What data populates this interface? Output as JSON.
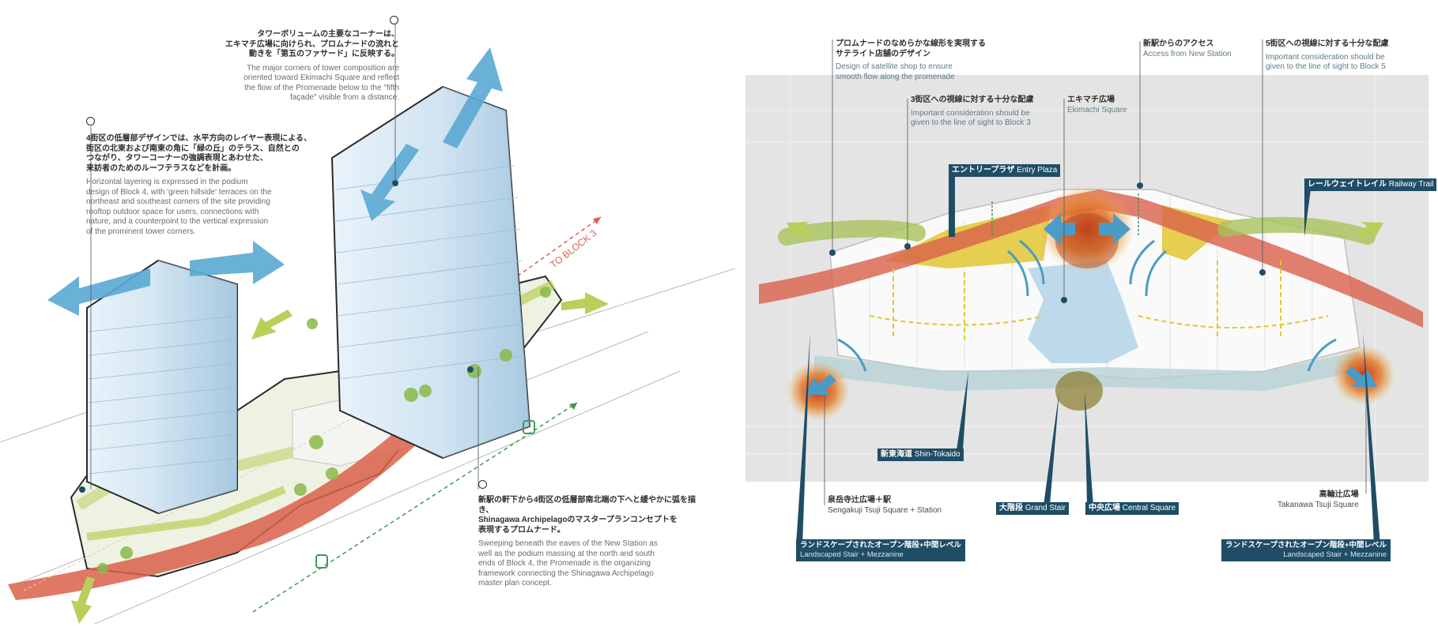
{
  "left_diagram": {
    "block3_label": "TO BLOCK 3",
    "notes": [
      {
        "jp": "タワーボリュームの主要なコーナーは、\nエキマチ広場に向けられ、プロムナードの流れと\n動きを「第五のファサード」に反映する。",
        "en": "The major corners of tower composition are\noriented toward Ekimachi Square and reflect\nthe flow of the Promenade below to the \"fifth\nfaçade\" visible from a distance."
      },
      {
        "jp": "4街区の低層部デザインでは、水平方向のレイヤー表現による、\n街区の北東および南東の角に「緑の丘」のテラス、自然との\nつながり、タワーコーナーの強調表現とあわせた、\n来訪者のためのルーフテラスなどを計画。",
        "en": "Horizontal layering is expressed in the podium\ndesign of Block 4, with 'green hillside' terraces on the\nnortheast and southeast corners of the site providing\nrooftop outdoor space for users, connections with\nnature, and a counterpoint to the vertical expression\nof the prominent tower corners."
      },
      {
        "jp": "新駅の軒下から4街区の低層部南北端の下へと緩やかに弧を描き、\nShinagawa Archipelagoのマスタープランコンセプトを\n表現するプロムナード。",
        "en": "Sweeping beneath the eaves of the New Station as\nwell as the podium massing at the north and south\nends of Block 4, the Promenade is the organizing\nframework connecting the Shinagawa Archipelago\nmaster plan concept."
      }
    ]
  },
  "right_diagram": {
    "labels": {
      "satellite": {
        "jp": "プロムナードのなめらかな線形を実現する\nサテライト店舗のデザイン",
        "en": "Design of satellite shop to ensure\nsmooth flow along the promenade"
      },
      "new_station": {
        "jp": "新駅からのアクセス",
        "en": "Access from New Station"
      },
      "block5": {
        "jp": "5街区への視線に対する十分な配慮",
        "en": "Important consideration should be\ngiven to the line of sight to Block 5"
      },
      "block3": {
        "jp": "3街区への視線に対する十分な配慮",
        "en": "Important consideration should be\ngiven to the line of sight to Block 3"
      },
      "ekimachi": {
        "jp": "エキマチ広場",
        "en": "Ekimachi Square"
      },
      "sengakuji": {
        "jp": "泉岳寺辻広場＋駅",
        "en": "Sengakuji Tsuji Square + Station"
      },
      "takanawa": {
        "jp": "高輪辻広場",
        "en": "Takanawa Tsuji Square"
      }
    },
    "tags": {
      "entry_plaza": {
        "jp": "エントリープラザ",
        "en": "Entry Plaza"
      },
      "railway_trail": {
        "jp": "レールウェイトレイル",
        "en": "Railway Trail"
      },
      "shin_tokaido": {
        "jp": "新東海道",
        "en": "Shin-Tokaido"
      },
      "grand_stair": {
        "jp": "大階段",
        "en": "Grand Stair"
      },
      "central_square": {
        "jp": "中央広場",
        "en": "Central Square"
      },
      "landscaped_left": {
        "jp": "ランドスケープされたオープン階段+中間レベル",
        "en": "Landscaped Stair + Mezzanine"
      },
      "landscaped_right": {
        "jp": "ランドスケープされたオープン階段+中間レベル",
        "en": "Landscaped Stair + Mezzanine"
      }
    }
  },
  "colors": {
    "promenade": "#d9604a",
    "accent_blue": "#4a9cc7",
    "green": "#b8cf5a",
    "tag_bg": "#1f4d66",
    "hot": "#e0702a"
  }
}
